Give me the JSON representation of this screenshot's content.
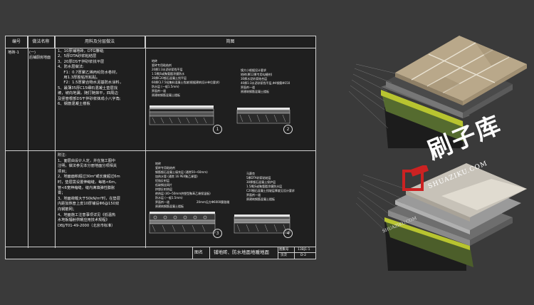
{
  "table": {
    "headers": [
      "编号",
      "做法名称",
      "用料及分层做法",
      "简图"
    ],
    "row1": {
      "code": "地砖-1",
      "name": "(一)\n后铺厨房地面",
      "steps": "1、10厚铺地砖，DTG擦缝;\n2、5厚DTA砂浆粘结层\n3、20厚DS干拌砂浆找平层\n4、防水层做法:\n     F1：0.7厚聚乙烯丙纶防水卷材，\n     用1.3厚胶粘剂粘贴。\n     F2：1.5厚聚合物水泥基防水涂料，\n5、最薄35厚C15细石混凝土垫层找\n坡，坡向地漏，随打随抹平，四周边\n及竖管根部DS干拌砂浆抹成小八字角;\n6、钢筋混凝土楼板"
    },
    "row2": {
      "notes": "附注:\n1、面层由设计人定，并在施工图中\n注明，做法参见本分册地面分项相关\n项目；\n2、地面面积超过30m²或长度超过6m\n时，垫层需设置伸缩缝，每格<6m，\n管<6宽伸缩缝，缝内满填弹性膨胀\n膏；\n3、地面荷载大于50kN/m²时，在垫层\n内距加热管上皮10厚铺设Φ6@150双\n向钢筋网；\n4、地面施工注意事项详见《低温热\n水地板辐射供暖应用技术规程》\nDBJ/T01-49-2000（北京市标准）"
    },
    "diagrams": [
      {
        "num": "1",
        "labels": "地砖\n瓷砖专用粘结剂\n20厚1:3水泥砂浆找平层\n1.5厚JS或聚氨酯涂膜防水\n30厚C20细石混凝土找平层\n60厚CL7.5轻集料混凝土找坡(根据建筑设计单位要求)\n防水层 (一般1.5mm)\n界面剂一道\n原建筑钢筋混凝土楼板"
      },
      {
        "num": "2",
        "labels": "镜大小根据设计要求\n地砖(厚12厚专用勾缝剂)\n30厚水泥砂浆结合层\n40厚1:3水泥砂浆找平层,Φ4钢筋Φ150\n界面剂一道\n原建筑钢筋混凝土楼板"
      },
      {
        "num": "3",
        "labels": "地砖\n瓷砖专用粘结剂\n钢筋细石混凝土填充层 (通常50~60mm)\n加热水管 (通常 16 PEX聚乙烯管)\n铝箔反射层\n低碳钢丝网片\n挤塑反射热层\n绝热层 (40~50mm挤塑型聚苯乙烯保温板)\n防水层 (一般1.5mm)\n界面剂一道\n原建筑钢筋混凝土楼板"
      },
      {
        "num": "4",
        "labels": "马赛克\n5厚DTA砂浆粘结层\n30厚细石混凝土保护层\n1.5厚JS或聚氨酯涂膜防水层\nC20细石混凝土找坡层厚度见设计要求\n界面剂一道\n原建筑钢筋混凝土楼板"
      }
    ],
    "diagram3_extra": "20mm见方Φ6000膨胀缝"
  },
  "footer": {
    "label": "图名",
    "title": "铺地砖、防水地面地暖地面",
    "atlas_label": "图集号",
    "atlas_value": "13BJ1-1",
    "page_label": "页次",
    "page_value": "D-2"
  },
  "watermark": {
    "chinese": "刷子库",
    "url": "SHUAZIKU.COM",
    "bottom_text": "SHUAZIKU.COM"
  },
  "colors": {
    "background": "#3a3a3a",
    "sheet": "#1f1f1f",
    "line": "#cfcfcf",
    "tile": "#b9a88a",
    "waterproof_yellow": "#b8c430"
  }
}
